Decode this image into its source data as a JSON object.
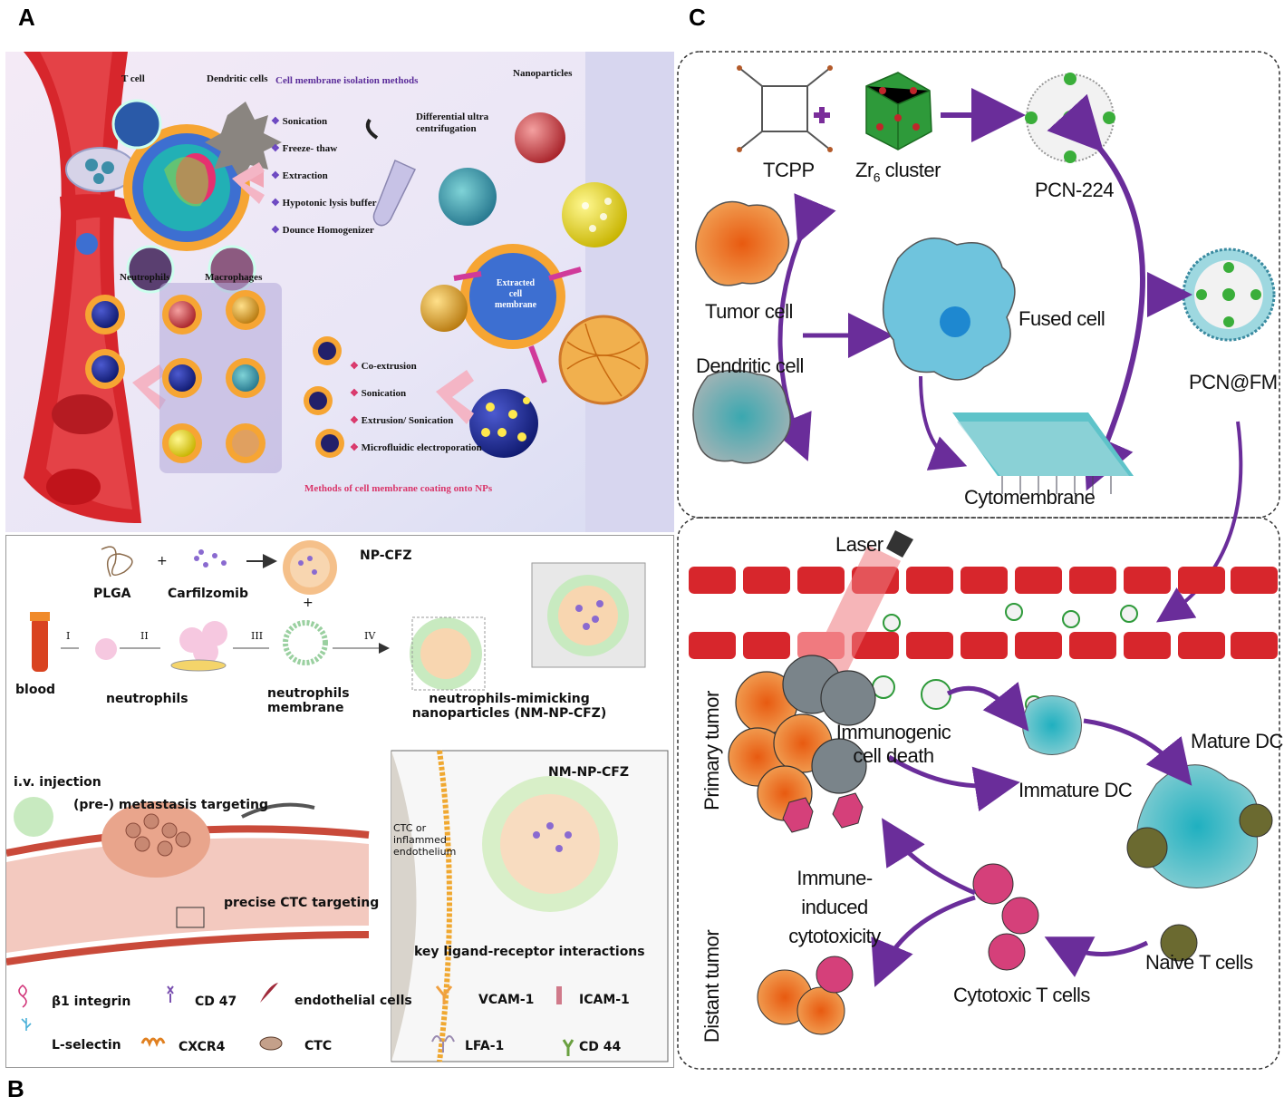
{
  "panels": {
    "a": "A",
    "b": "B",
    "c": "C"
  },
  "panel_a": {
    "cells": {
      "t_cell": "T cell",
      "dendritic": "Dendritic cells",
      "neutrophils": "Neutrophils",
      "macrophages": "Macrophages",
      "nanoparticles": "Nanoparticles"
    },
    "isolation_title": "Cell membrane isolation methods",
    "isolation_methods": [
      "Sonication",
      "Freeze- thaw",
      "Extraction",
      "Hypotonic lysis  buffer",
      "Dounce Homogenizer"
    ],
    "centrifugation": "Differential ultra centrifugation",
    "extracted_label": "Extracted cell membrane",
    "coating_methods": [
      "Co-extrusion",
      "Sonication",
      "Extrusion/ Sonication",
      "Microfluidic electroporation"
    ],
    "coating_title": "Methods of cell membrane coating onto NPs"
  },
  "panel_b": {
    "plga": "PLGA",
    "plus": "+",
    "carfilzomib": "Carfilzomib",
    "np_cfz": "NP-CFZ",
    "blood": "blood",
    "neutrophils": "neutrophils",
    "neutrophils_membrane": "neutrophils membrane",
    "nm_np": "neutrophils-mimicking nanoparticles (NM-NP-CFZ)",
    "steps": [
      "I",
      "II",
      "III",
      "IV"
    ],
    "iv_injection": "i.v. injection",
    "metastasis": "(pre-) metastasis targeting",
    "ctc_targeting": "precise CTC targeting",
    "nm_np_cfz": "NM-NP-CFZ",
    "ctc_or": "CTC or inflammed endothelium",
    "key_interactions": "key ligand-receptor interactions",
    "legend": [
      "β1 integrin",
      "CD 47",
      "endothelial cells",
      "VCAM-1",
      "ICAM-1",
      "L-selectin",
      "CXCR4",
      "CTC",
      "LFA-1",
      "CD 44"
    ]
  },
  "panel_c": {
    "tcpp": "TCPP",
    "zr6": "Zr",
    "zr6_sub": "6",
    "cluster": " cluster",
    "pcn224": "PCN-224",
    "tumor_cell": "Tumor cell",
    "dendritic_cell": "Dendritic cell",
    "fused_cell": "Fused cell",
    "pcn_fm": "PCN@FM",
    "cytomembrane": "Cytomembrane",
    "laser": "Laser",
    "primary_tumor": "Primary tumor",
    "distant_tumor": "Distant tumor",
    "icd": "Immunogenic cell death",
    "immature_dc": "Immature DC",
    "mature_dc": "Mature DC",
    "immune_induced": "Immune-induced cytotoxicity",
    "naive_t": "Naive T cells",
    "cytotoxic_t": "Cytotoxic T cells"
  },
  "colors": {
    "vessel": "#c8262a",
    "purple_arrow": "#6a2d9a",
    "pink_arrow": "#f2b4c0",
    "membrane_blue": "#3b5bb5",
    "membrane_orange": "#e8962a",
    "teal": "#5ec3c9"
  }
}
